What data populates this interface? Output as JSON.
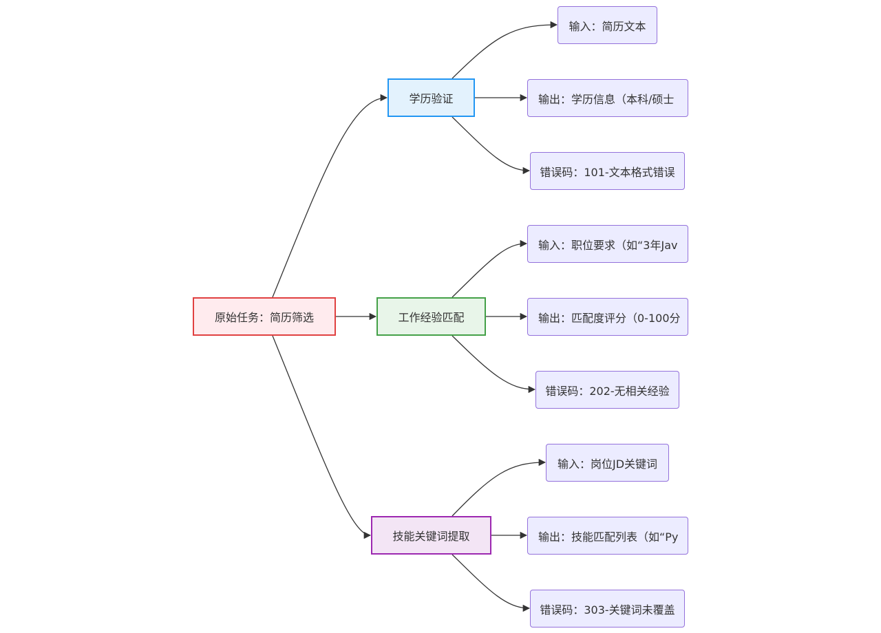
{
  "root": {
    "label": "原始任务：简历筛选"
  },
  "branches": {
    "education": {
      "label": "学历验证",
      "input": "输入：简历文本",
      "output": "输出：学历信息（本科/硕士",
      "error": "错误码：101-文本格式错误"
    },
    "work": {
      "label": "工作经验匹配",
      "input": "输入：职位要求（如“3年Jav",
      "output": "输出：匹配度评分（0-100分",
      "error": "错误码：202-无相关经验"
    },
    "skills": {
      "label": "技能关键词提取",
      "input": "输入：岗位JD关键词",
      "output": "输出：技能匹配列表（如“Py",
      "error": "错误码：303-关键词未覆盖"
    }
  },
  "colors": {
    "edge": "#333333",
    "leaf_fill": "#ececff",
    "leaf_border": "#9370db",
    "root_fill": "#ffebee",
    "root_border": "#e04040",
    "education_fill": "#e3f2fd",
    "education_border": "#2196f3",
    "work_fill": "#e8f5e9",
    "work_border": "#43a047",
    "skills_fill": "#f3e5f5",
    "skills_border": "#9c27b0"
  }
}
